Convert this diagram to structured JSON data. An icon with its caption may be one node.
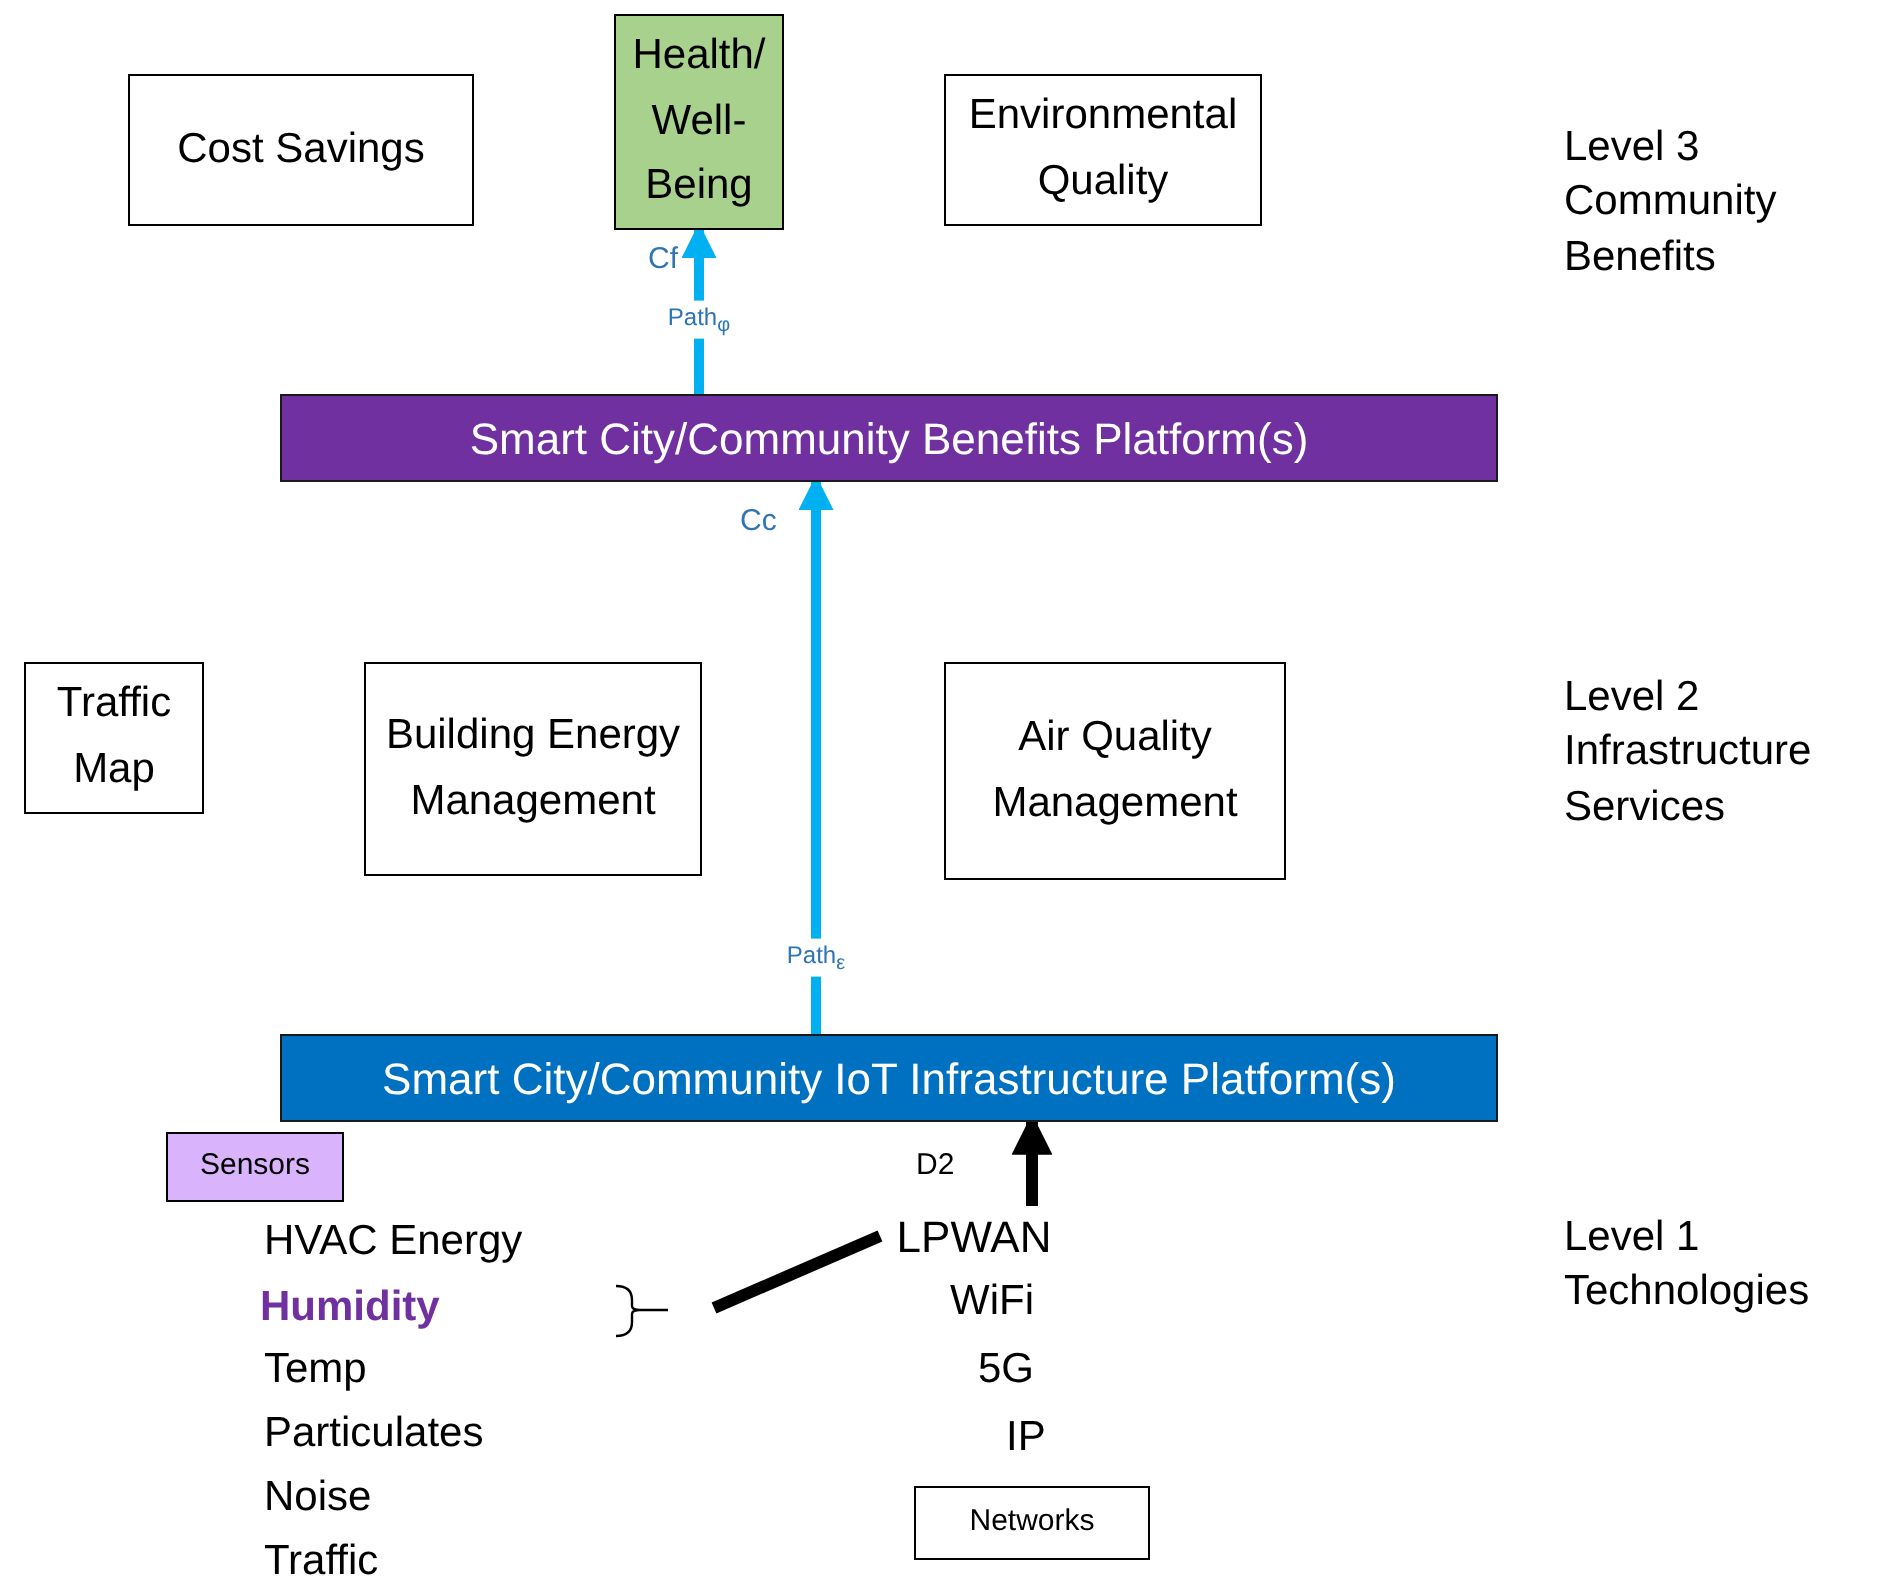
{
  "diagram": {
    "nodes": [
      {
        "text": [
          "Cost Savings"
        ]
      },
      {
        "text": [
          "Health/ Well-Being"
        ]
      },
      {
        "text": [
          "Environmental Quality"
        ]
      },
      {
        "text": [
          "Smart City/Community Benefits Platform(s)"
        ]
      },
      {
        "text": [
          "Traffic Map"
        ]
      },
      {
        "text": [
          "Building Energy Management"
        ]
      },
      {
        "text": [
          "Air Quality Management"
        ]
      },
      {
        "text": [
          "Smart City/Community IoT Infrastructure Platform(s)"
        ]
      },
      {
        "text": [
          "Sensors"
        ]
      },
      {
        "text": [
          "Humidity"
        ]
      },
      {
        "text": [
          "LPWAN"
        ]
      },
      {
        "text": [
          "Networks"
        ]
      }
    ],
    "edges": [
      {
        "from": 3,
        "to": 1,
        "arrow": "to",
        "label": "Path$_{φ}$",
        "color": "#00b0f0"
      },
      {
        "from": 7,
        "to": 3,
        "arrow": "to",
        "label": "Path$_{ε}$",
        "color": "#00b0f0"
      },
      {
        "from": 10,
        "to": 7,
        "arrow": "to",
        "color": "#000000"
      },
      {
        "from": 9,
        "to": 10,
        "arrow": "none",
        "color": "#000000"
      }
    ],
    "labels": [
      "Level 3 Community Benefits",
      "Cf",
      "Cc",
      "Level 2 Infrastructure Services",
      "D2",
      "HVAC Energy",
      "Level 1 Technologies",
      "WiFi",
      "Temp",
      "5G",
      "Particulates",
      "IP",
      "Noise",
      "Traffic"
    ]
  }
}
